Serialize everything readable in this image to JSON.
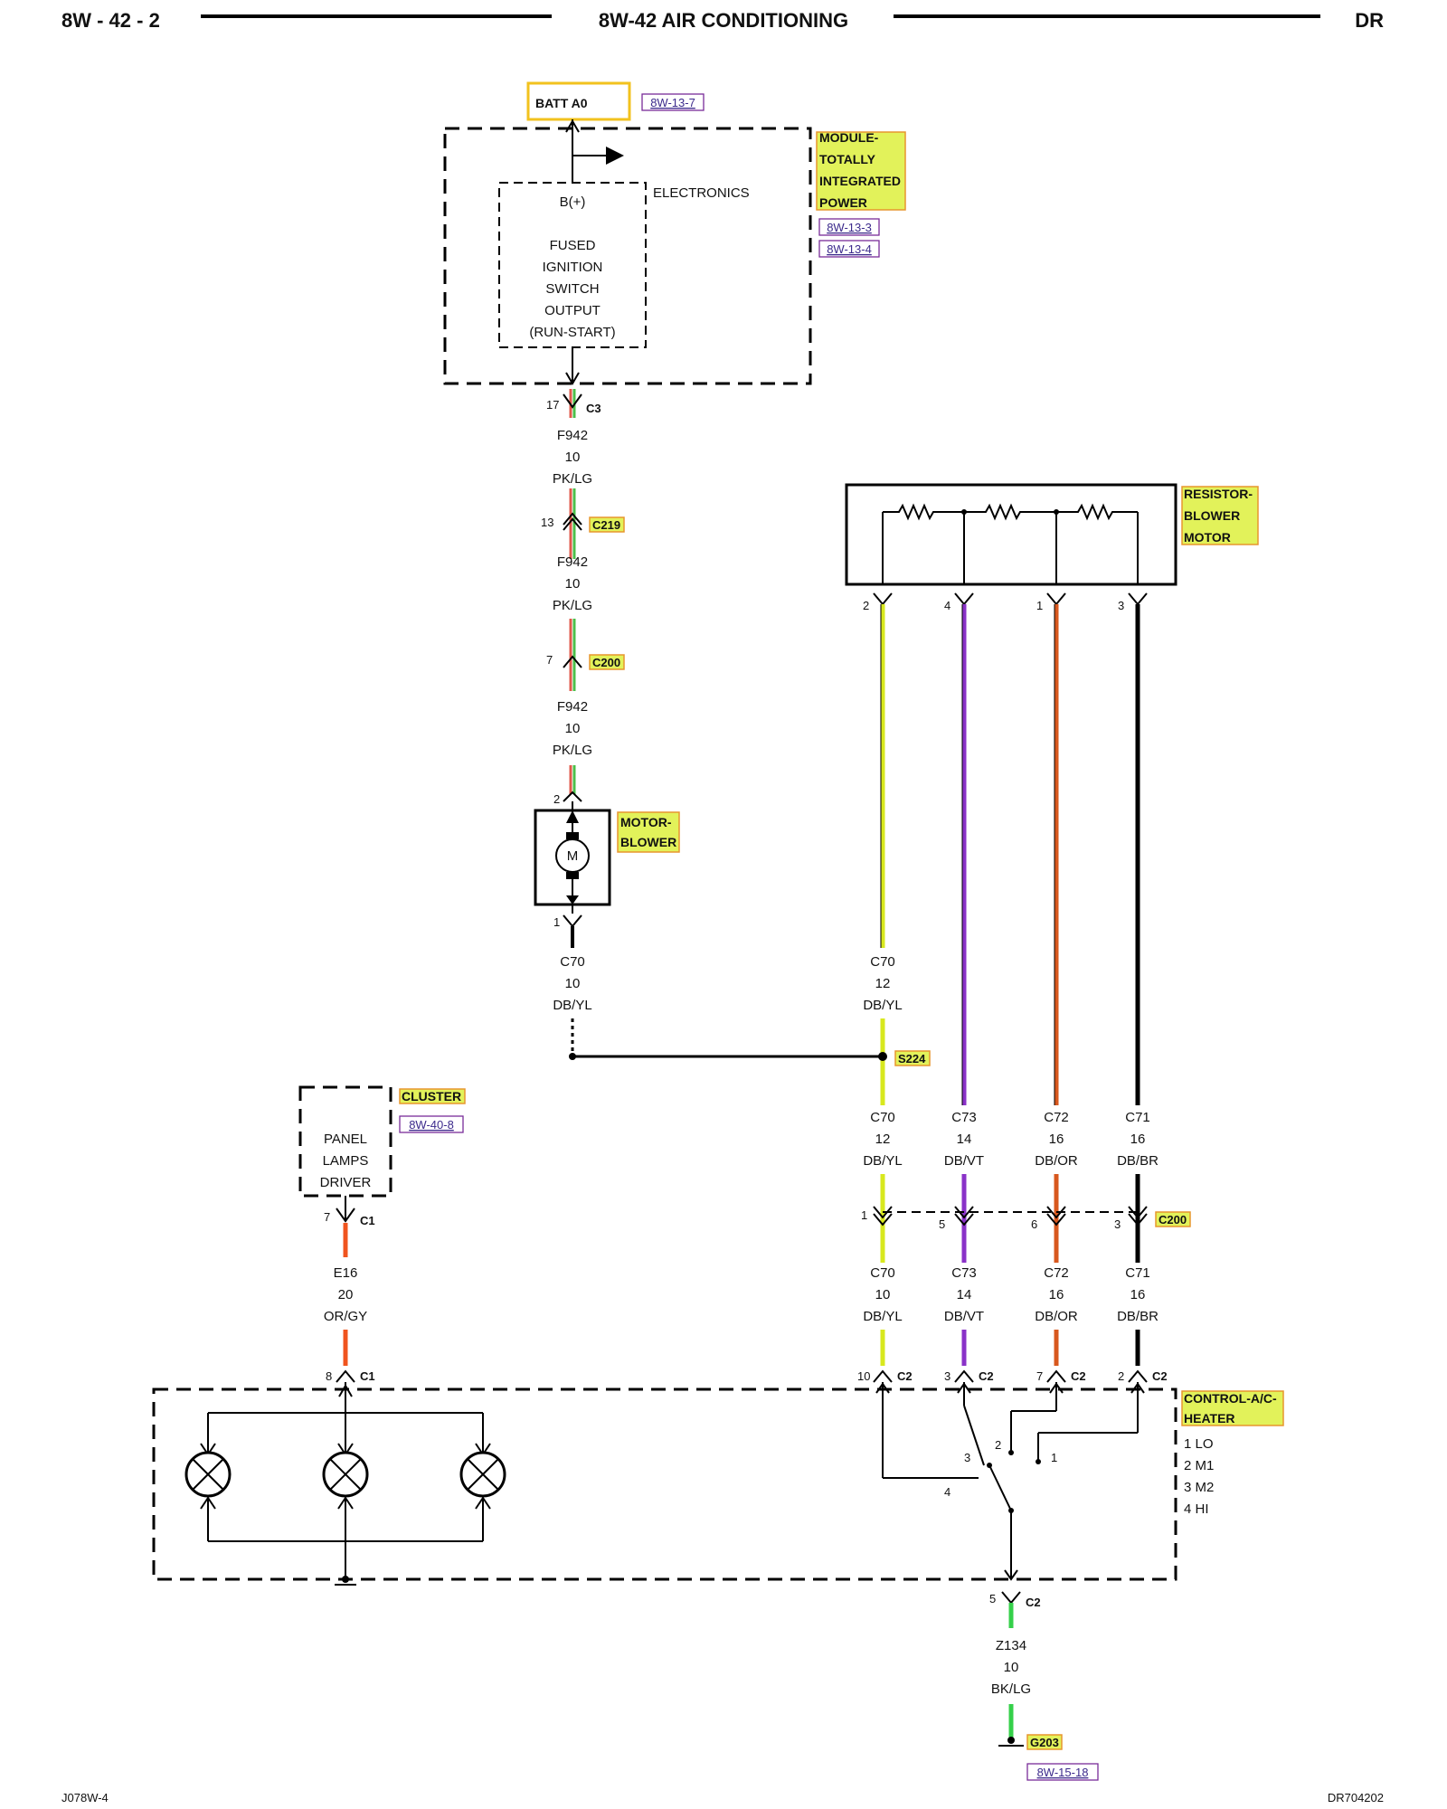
{
  "header": {
    "left": "8W - 42 - 2",
    "title": "8W-42 AIR CONDITIONING",
    "right": "DR"
  },
  "footer": {
    "left": "J078W-4",
    "right": "DR704202"
  },
  "colors": {
    "highlight": "#e2f25a",
    "highlight_border": "#e7962e",
    "ref_border": "#7a2d99",
    "pk_lg": [
      "#e0584a",
      "#4bbf4a"
    ],
    "db_yl": "#d8e81e",
    "db_vt": "#8a32c8",
    "db_or": "#d8581e",
    "db_br": "#6b3a16",
    "or_gy": "#f0541e",
    "bk_lg": "#35d04a"
  },
  "batt": {
    "label": "BATT A0",
    "ref": "8W-13-7"
  },
  "tipm": {
    "name_lines": [
      "MODULE-",
      "TOTALLY",
      "INTEGRATED",
      "POWER"
    ],
    "refs": [
      "8W-13-3",
      "8W-13-4"
    ],
    "electronics": "ELECTRONICS",
    "bplus": "B(+)",
    "output_lines": [
      "FUSED",
      "IGNITION",
      "SWITCH",
      "OUTPUT",
      "(RUN-START)"
    ]
  },
  "connectors": {
    "c3": {
      "pin": "17",
      "name": "C3"
    },
    "c219": {
      "pin": "13",
      "name": "C219"
    },
    "c200a": {
      "pin": "7",
      "name": "C200"
    }
  },
  "wire_f942": {
    "circuit": "F942",
    "gauge": "10",
    "color": "PK/LG"
  },
  "motor": {
    "name_lines": [
      "MOTOR-",
      "BLOWER"
    ],
    "pin_top": "2",
    "pin_bottom": "1",
    "symbol": "M"
  },
  "wire_c70_motor": {
    "circuit": "C70",
    "gauge": "10",
    "color": "DB/YL"
  },
  "resistor": {
    "name_lines": [
      "RESISTOR-",
      "BLOWER",
      "MOTOR"
    ],
    "pins": [
      "2",
      "4",
      "1",
      "3"
    ]
  },
  "wire_c70_res": {
    "circuit": "C70",
    "gauge": "12",
    "color": "DB/YL"
  },
  "splice": {
    "name": "S224"
  },
  "mid_wires": [
    {
      "circuit": "C70",
      "gauge": "12",
      "color": "DB/YL"
    },
    {
      "circuit": "C73",
      "gauge": "14",
      "color": "DB/VT"
    },
    {
      "circuit": "C72",
      "gauge": "16",
      "color": "DB/OR"
    },
    {
      "circuit": "C71",
      "gauge": "16",
      "color": "DB/BR"
    }
  ],
  "c200b": {
    "name": "C200",
    "pins": [
      "1",
      "5",
      "6",
      "3"
    ]
  },
  "low_wires": [
    {
      "circuit": "C70",
      "gauge": "10",
      "color": "DB/YL"
    },
    {
      "circuit": "C73",
      "gauge": "14",
      "color": "DB/VT"
    },
    {
      "circuit": "C72",
      "gauge": "16",
      "color": "DB/OR"
    },
    {
      "circuit": "C71",
      "gauge": "16",
      "color": "DB/BR"
    }
  ],
  "c2_pins": [
    {
      "pin": "10",
      "name": "C2"
    },
    {
      "pin": "3",
      "name": "C2"
    },
    {
      "pin": "7",
      "name": "C2"
    },
    {
      "pin": "2",
      "name": "C2"
    }
  ],
  "cluster": {
    "name": "CLUSTER",
    "ref": "8W-40-8",
    "driver_lines": [
      "PANEL",
      "LAMPS",
      "DRIVER"
    ],
    "c1_top": {
      "pin": "7",
      "name": "C1"
    },
    "c1_bottom": {
      "pin": "8",
      "name": "C1"
    }
  },
  "wire_e16": {
    "circuit": "E16",
    "gauge": "20",
    "color": "OR/GY"
  },
  "control": {
    "name_lines": [
      "CONTROL-A/C-",
      "HEATER"
    ],
    "legend": [
      "1 LO",
      "2 M1",
      "3 M2",
      "4 HI"
    ],
    "switch_pins": [
      "1",
      "2",
      "3",
      "4"
    ]
  },
  "ground_conn": {
    "pin": "5",
    "name": "C2"
  },
  "wire_z134": {
    "circuit": "Z134",
    "gauge": "10",
    "color": "BK/LG"
  },
  "ground": {
    "name": "G203",
    "ref": "8W-15-18"
  }
}
